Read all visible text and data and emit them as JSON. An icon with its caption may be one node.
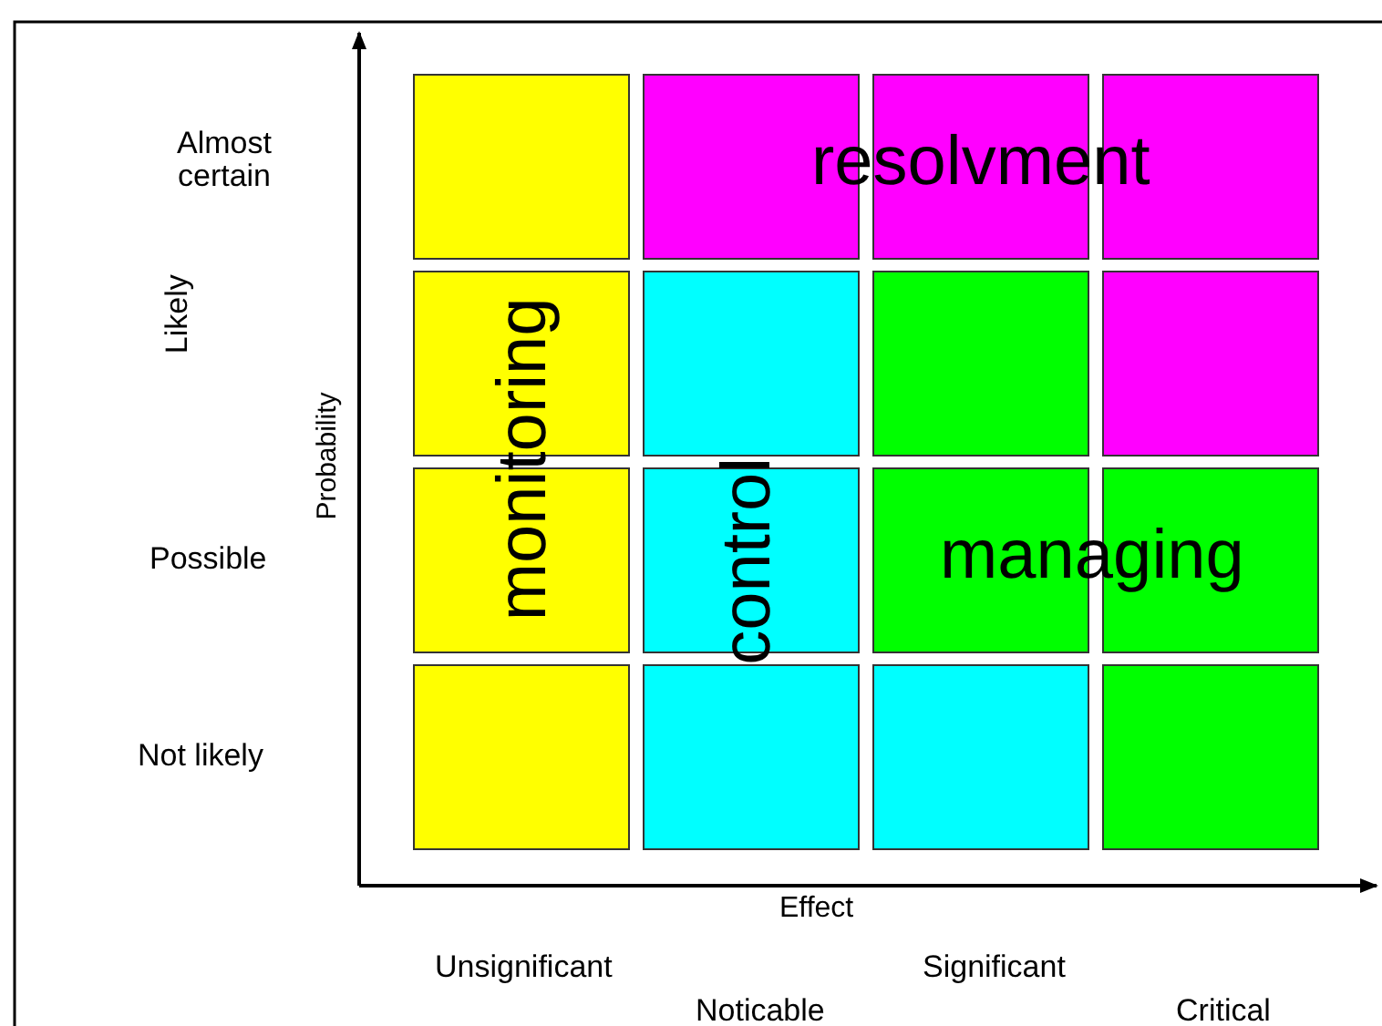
{
  "diagram": {
    "labels": [
      "Almost certain",
      "resolvment",
      "Likely",
      "monitoring",
      "Probability",
      "control",
      "Possible",
      "managing",
      "Not likely",
      "Effect",
      "Unsignificant",
      "Significant",
      "Noticable",
      "Critical"
    ]
  }
}
